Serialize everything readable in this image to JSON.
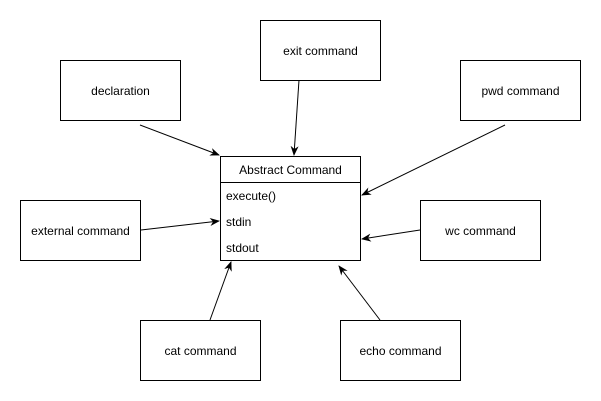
{
  "diagram": {
    "class": {
      "title": "Abstract Command",
      "members": [
        "execute()",
        "stdin",
        "stdout"
      ]
    },
    "nodes": [
      {
        "id": "exit",
        "label": "exit command"
      },
      {
        "id": "declaration",
        "label": "declaration"
      },
      {
        "id": "pwd",
        "label": "pwd command"
      },
      {
        "id": "external",
        "label": "external command"
      },
      {
        "id": "wc",
        "label": "wc command"
      },
      {
        "id": "cat",
        "label": "cat command"
      },
      {
        "id": "echo",
        "label": "echo command"
      }
    ],
    "edges": [
      {
        "from": "exit",
        "to": "abstract-command"
      },
      {
        "from": "declaration",
        "to": "abstract-command"
      },
      {
        "from": "pwd",
        "to": "abstract-command"
      },
      {
        "from": "external",
        "to": "abstract-command"
      },
      {
        "from": "wc",
        "to": "abstract-command"
      },
      {
        "from": "cat",
        "to": "abstract-command"
      },
      {
        "from": "echo",
        "to": "abstract-command"
      }
    ],
    "colors": {
      "stroke": "#000000",
      "fill": "#ffffff"
    }
  }
}
